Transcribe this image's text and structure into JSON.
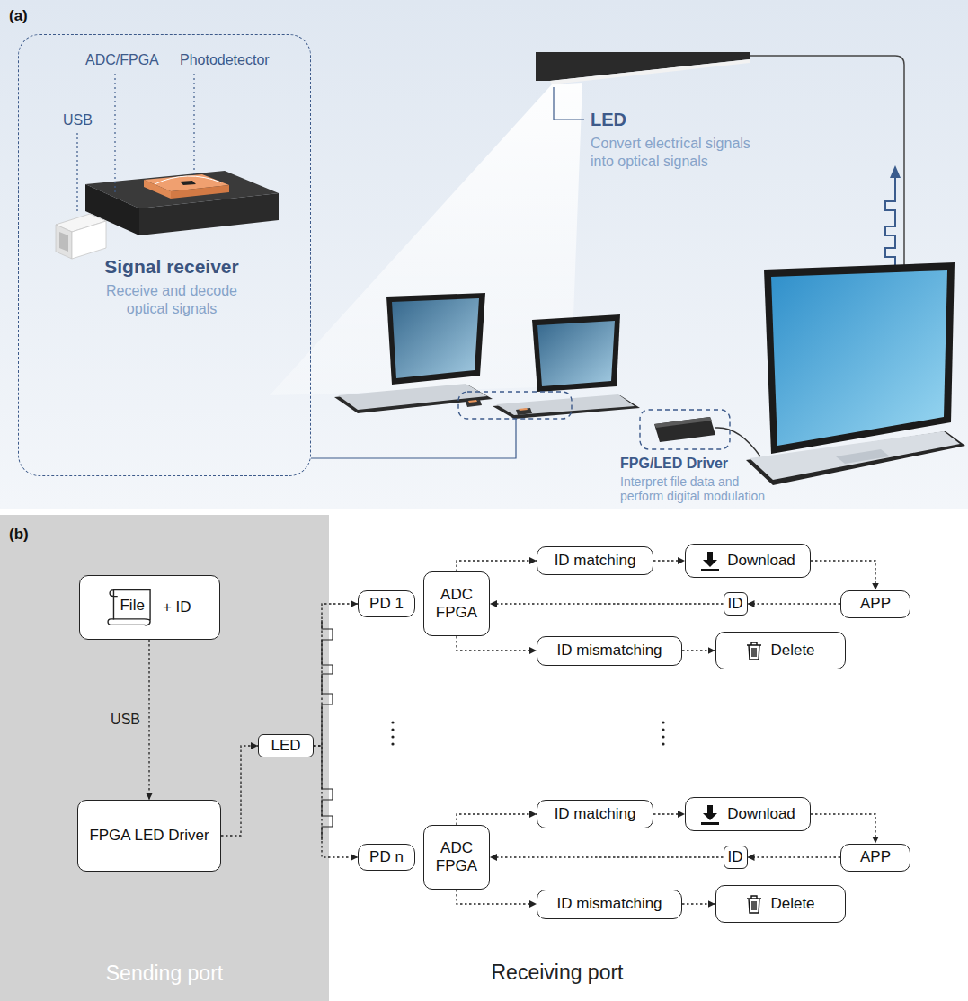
{
  "diagram": {
    "nodes": [
      {
        "text": [
          "Signal receiver",
          "Receive and decode optical signals"
        ]
      },
      {
        "text": [
          "Sending port"
        ]
      },
      {
        "text": [
          "File",
          "+ ID"
        ],
        "in": 1
      },
      {
        "text": [
          "FPGA LED Driver"
        ],
        "in": 1
      },
      {
        "text": [
          "LED"
        ],
        "in": 1
      },
      {
        "text": [
          "PD 1"
        ]
      },
      {
        "text": [
          "ADC FPGA"
        ]
      },
      {
        "text": [
          "ID matching"
        ]
      },
      {
        "text": [
          "Download"
        ]
      },
      {
        "text": [
          "APP"
        ]
      },
      {
        "text": [
          "ID"
        ]
      },
      {
        "text": [
          "ID mismatching"
        ]
      },
      {
        "text": [
          "Delete"
        ]
      },
      {
        "text": [
          "PD n"
        ]
      },
      {
        "text": [
          "ADC FPGA"
        ]
      },
      {
        "text": [
          "ID matching"
        ]
      },
      {
        "text": [
          "Download"
        ]
      },
      {
        "text": [
          "APP"
        ]
      },
      {
        "text": [
          "ID"
        ]
      },
      {
        "text": [
          "ID mismatching"
        ]
      },
      {
        "text": [
          "Delete"
        ]
      }
    ],
    "edges": [
      {
        "from": 2,
        "to": 3,
        "arrow": "to",
        "label": "USB"
      },
      {
        "from": 3,
        "to": 4,
        "arrow": "to"
      },
      {
        "from": 4,
        "to": 5,
        "arrow": "to"
      },
      {
        "from": 4,
        "to": 13,
        "arrow": "to"
      },
      {
        "from": 6,
        "to": 7,
        "arrow": "to"
      },
      {
        "from": 7,
        "to": 8,
        "arrow": "to"
      },
      {
        "from": 8,
        "to": 9,
        "arrow": "to"
      },
      {
        "from": 9,
        "to": 10,
        "arrow": "to"
      },
      {
        "from": 10,
        "to": 6,
        "arrow": "to"
      },
      {
        "from": 6,
        "to": 11,
        "arrow": "to"
      },
      {
        "from": 11,
        "to": 12,
        "arrow": "to"
      },
      {
        "from": 14,
        "to": 15,
        "arrow": "to"
      },
      {
        "from": 15,
        "to": 16,
        "arrow": "to"
      },
      {
        "from": 16,
        "to": 17,
        "arrow": "to"
      },
      {
        "from": 17,
        "to": 18,
        "arrow": "to"
      },
      {
        "from": 18,
        "to": 14,
        "arrow": "to"
      },
      {
        "from": 14,
        "to": 19,
        "arrow": "to"
      },
      {
        "from": 19,
        "to": 20,
        "arrow": "to"
      }
    ],
    "labels": [
      "(a)",
      "ADC/FPGA",
      "Photodetector",
      "USB",
      "LED",
      "Convert electrical signals into optical signals",
      "FPG/LED Driver",
      "Interpret file data and perform digital modulation",
      "(b)",
      "Receiving port"
    ]
  }
}
